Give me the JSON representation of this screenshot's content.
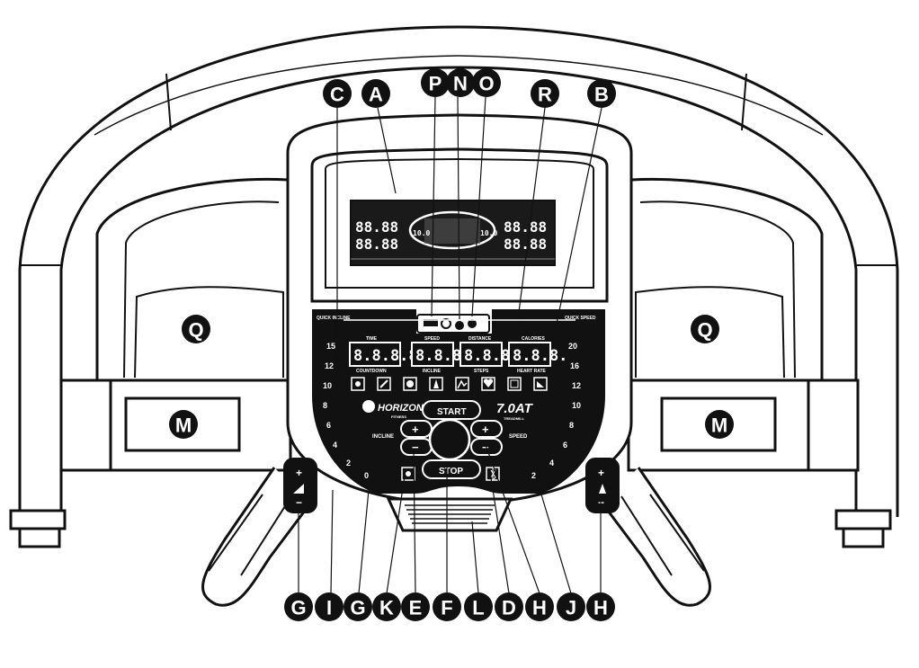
{
  "console": {
    "brand": "HORIZON",
    "brand_sub": "FITNESS",
    "model": "7.0AT",
    "model_sub": "TREADMILL",
    "start_label": "START",
    "stop_label": "STOP",
    "incline_label": "INCLINE",
    "speed_label": "SPEED",
    "incline_scale_title": "QUICK INCLINE",
    "speed_scale_title": "QUICK SPEED",
    "plus": "+",
    "minus": "−",
    "lcd_digits": "88.88",
    "lcd_small": "10.0",
    "window_digits": "8.8.8.8.",
    "window_digits_short": "8.8.8.",
    "window_labels": [
      "TIME",
      "SPEED",
      "DISTANCE",
      "CALORIES"
    ],
    "window_sublabels": [
      "COUNTDOWN",
      "INCLINE",
      "STEPS",
      "HEART RATE"
    ]
  },
  "incline_scale": [
    "15",
    "12",
    "10",
    "8",
    "6",
    "4",
    "2",
    "0"
  ],
  "speed_scale": [
    "20",
    "16",
    "12",
    "10",
    "8",
    "6",
    "4",
    "2"
  ],
  "callouts_top": [
    "C",
    "A",
    "P",
    "N",
    "O",
    "R",
    "B"
  ],
  "callouts_side": [
    "Q",
    "Q",
    "M",
    "M"
  ],
  "callouts_bottom": [
    "G",
    "I",
    "G",
    "K",
    "E",
    "F",
    "L",
    "D",
    "H",
    "J",
    "H"
  ],
  "colors": {
    "ink": "#111111",
    "paper": "#ffffff",
    "lcd": "#1a1a1a"
  }
}
